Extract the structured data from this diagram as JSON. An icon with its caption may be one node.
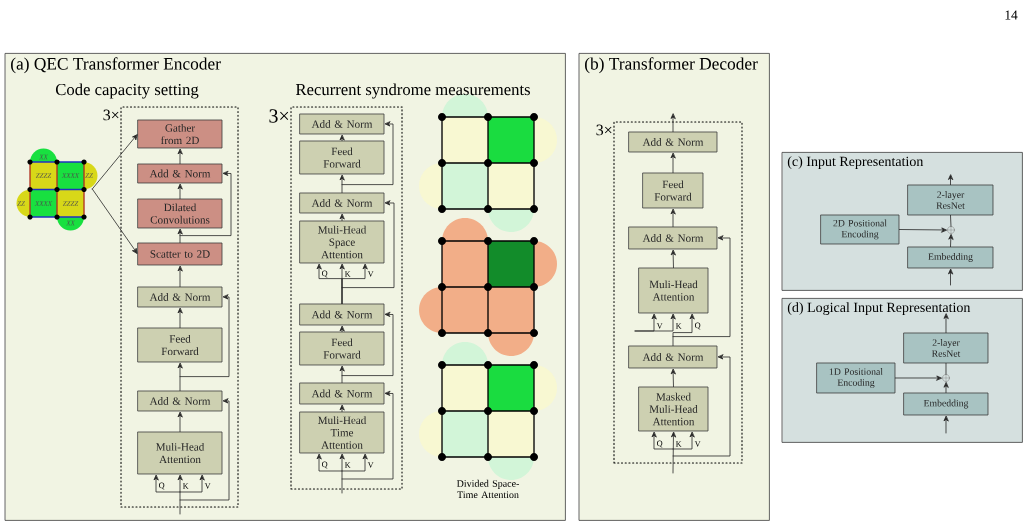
{
  "diagram": {
    "nodes": [
      {
        "text": [
          "(a) QEC Transformer Encoder"
        ]
      },
      {
        "text": [],
        "shape": "box",
        "beside": [
          "3×"
        ],
        "in": 0
      },
      {
        "text": [
          "Gather from 2D"
        ],
        "in": 1
      },
      {
        "text": [
          "Add & Norm"
        ],
        "in": 1
      },
      {
        "text": [
          "Dilated Convolutions"
        ],
        "in": 1
      },
      {
        "text": [
          "Scatter to 2D"
        ],
        "in": 1
      },
      {
        "text": [
          "Add & Norm"
        ],
        "in": 1
      },
      {
        "text": [
          "Feed Forward"
        ],
        "in": 1
      },
      {
        "text": [
          "Add & Norm"
        ],
        "in": 1
      },
      {
        "text": [
          "Muli-Head Attention"
        ],
        "in": 1
      },
      {
        "text": [
          "XX",
          "ZZZZ",
          "XXXX",
          "ZZ",
          "ZZ",
          "XXXX",
          "ZZZZ",
          "XX"
        ],
        "in": 0
      },
      {
        "text": [],
        "shape": "box",
        "beside": [
          "3×"
        ],
        "in": 0
      },
      {
        "text": [
          "Add & Norm"
        ],
        "in": 11
      },
      {
        "text": [
          "Feed Forward"
        ],
        "in": 11
      },
      {
        "text": [
          "Add & Norm"
        ],
        "in": 11
      },
      {
        "text": [
          "Muli-Head Space Attention"
        ],
        "in": 11
      },
      {
        "text": [
          "Add & Norm"
        ],
        "in": 11
      },
      {
        "text": [
          "Feed Forward"
        ],
        "in": 11
      },
      {
        "text": [
          "Add & Norm"
        ],
        "in": 11
      },
      {
        "text": [
          "Muli-Head Time Attention"
        ],
        "in": 11
      },
      {
        "text": [
          "(b) Transformer Decoder"
        ]
      },
      {
        "text": [],
        "shape": "box",
        "beside": [
          "3×"
        ],
        "in": 20
      },
      {
        "text": [
          "Add & Norm"
        ],
        "in": 21
      },
      {
        "text": [
          "Feed Forward"
        ],
        "in": 21
      },
      {
        "text": [
          "Add & Norm"
        ],
        "in": 21
      },
      {
        "text": [
          "Muli-Head Attention"
        ],
        "in": 21
      },
      {
        "text": [
          "Add & Norm"
        ],
        "in": 21
      },
      {
        "text": [
          "Masked Muli-Head Attention"
        ],
        "in": 21
      },
      {
        "text": [
          "(c) Input Representation"
        ]
      },
      {
        "text": [
          "2-layer ResNet"
        ],
        "in": 28
      },
      {
        "text": [
          "2D Positional Encoding"
        ],
        "in": 28
      },
      {
        "text": [],
        "shape": "circle",
        "in": 28
      },
      {
        "text": [
          "Embedding"
        ],
        "in": 28
      },
      {
        "text": [
          "(d) Logical Input Representation"
        ]
      },
      {
        "text": [
          "2-layer ResNet"
        ],
        "in": 33
      },
      {
        "text": [
          "1D Positional Encoding"
        ],
        "in": 33
      },
      {
        "text": [],
        "shape": "circle",
        "in": 33
      },
      {
        "text": [
          "Embedding"
        ],
        "in": 33
      }
    ],
    "edges": [
      {
        "from": 10,
        "to": 2,
        "arrow": "to"
      },
      {
        "from": 10,
        "to": 5,
        "arrow": "to"
      },
      {
        "from": 9,
        "to": 8,
        "arrow": "to"
      },
      {
        "from": 8,
        "to": 7,
        "arrow": "to"
      },
      {
        "from": 7,
        "to": 6,
        "arrow": "to"
      },
      {
        "from": 6,
        "to": 5,
        "arrow": "to"
      },
      {
        "from": 5,
        "to": 4,
        "arrow": "to"
      },
      {
        "from": 4,
        "to": 3,
        "arrow": "to"
      },
      {
        "from": 3,
        "to": 2,
        "arrow": "to"
      },
      {
        "from": 8,
        "to": 6,
        "arrow": "to"
      },
      {
        "from": 5,
        "to": 3,
        "arrow": "to"
      },
      {
        "from": null,
        "to": 8,
        "arrow": "to"
      },
      {
        "from": null,
        "to": 9,
        "arrow": "to",
        "label": "Q"
      },
      {
        "from": null,
        "to": 9,
        "arrow": "to",
        "label": "K"
      },
      {
        "from": null,
        "to": 9,
        "arrow": "to",
        "label": "V"
      },
      {
        "from": 19,
        "to": 18,
        "arrow": "to"
      },
      {
        "from": 18,
        "to": 17,
        "arrow": "to"
      },
      {
        "from": 17,
        "to": 16,
        "arrow": "to"
      },
      {
        "from": 16,
        "to": 15,
        "arrow": "to",
        "label": "Q"
      },
      {
        "from": 16,
        "to": 15,
        "arrow": "to",
        "label": "K"
      },
      {
        "from": 16,
        "to": 15,
        "arrow": "to",
        "label": "V"
      },
      {
        "from": 15,
        "to": 14,
        "arrow": "to"
      },
      {
        "from": 14,
        "to": 13,
        "arrow": "to"
      },
      {
        "from": 13,
        "to": 12,
        "arrow": "to"
      },
      {
        "from": 14,
        "to": 12,
        "arrow": "to"
      },
      {
        "from": 16,
        "to": 14,
        "arrow": "to"
      },
      {
        "from": 18,
        "to": 16,
        "arrow": "to"
      },
      {
        "from": null,
        "to": 18,
        "arrow": "to"
      },
      {
        "from": null,
        "to": 19,
        "arrow": "to",
        "label": "Q"
      },
      {
        "from": null,
        "to": 19,
        "arrow": "to",
        "label": "K"
      },
      {
        "from": null,
        "to": 19,
        "arrow": "to",
        "label": "V"
      },
      {
        "from": 27,
        "to": 26,
        "arrow": "to"
      },
      {
        "from": 26,
        "to": 25,
        "arrow": "to",
        "label": "Q"
      },
      {
        "from": 26,
        "to": 24,
        "arrow": "to"
      },
      {
        "from": 25,
        "to": 24,
        "arrow": "to"
      },
      {
        "from": 24,
        "to": 23,
        "arrow": "to"
      },
      {
        "from": 23,
        "to": 22,
        "arrow": "to"
      },
      {
        "from": 22,
        "to": null,
        "arrow": "to"
      },
      {
        "from": null,
        "to": 26,
        "arrow": "to"
      },
      {
        "from": null,
        "to": 27,
        "arrow": "to",
        "label": "Q"
      },
      {
        "from": null,
        "to": 27,
        "arrow": "to",
        "label": "K"
      },
      {
        "from": null,
        "to": 27,
        "arrow": "to",
        "label": "V"
      },
      {
        "from": null,
        "to": 25,
        "arrow": "to",
        "label": "V"
      },
      {
        "from": null,
        "to": 25,
        "arrow": "to",
        "label": "K"
      },
      {
        "from": null,
        "to": 32,
        "arrow": "to"
      },
      {
        "from": 32,
        "to": 31,
        "arrow": "to"
      },
      {
        "from": 30,
        "to": 31,
        "arrow": "to"
      },
      {
        "from": 31,
        "to": 29,
        "arrow": "none"
      },
      {
        "from": 29,
        "to": null,
        "arrow": "to"
      },
      {
        "from": null,
        "to": 37,
        "arrow": "to"
      },
      {
        "from": 37,
        "to": 36,
        "arrow": "to"
      },
      {
        "from": 35,
        "to": 36,
        "arrow": "to"
      },
      {
        "from": 36,
        "to": 34,
        "arrow": "none"
      },
      {
        "from": 34,
        "to": null,
        "arrow": "to"
      }
    ],
    "labels": [
      "14",
      "Code capacity setting",
      "Recurrent syndrome measurements",
      "Divided Space- Time Attention"
    ]
  }
}
